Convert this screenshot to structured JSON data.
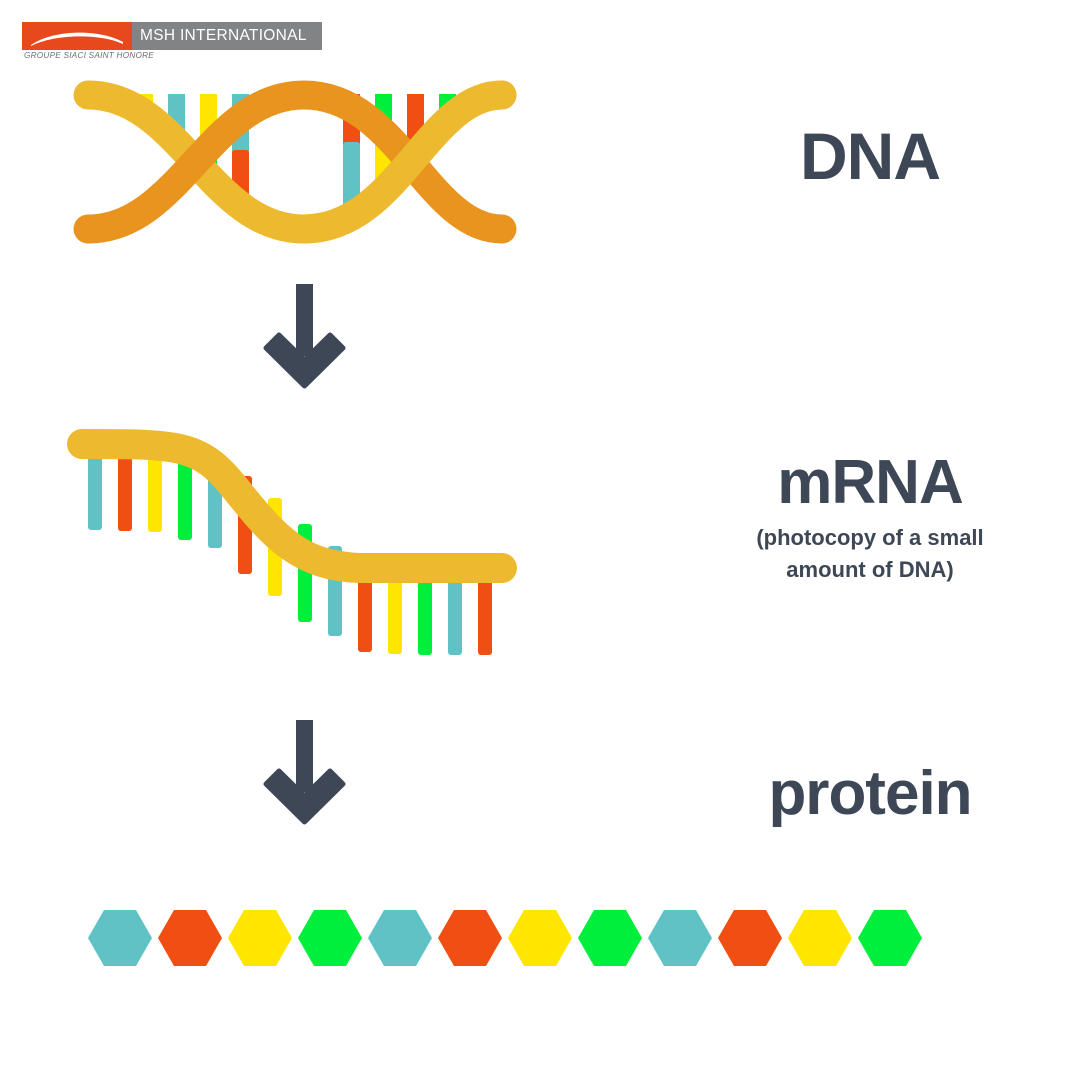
{
  "logo": {
    "mark_icon": "msh-swoosh-icon",
    "wordmark": "MSH INTERNATIONAL",
    "tagline": "GROUPE SIACI SAINT HONORE",
    "mark_color": "#E8491C",
    "wordmark_bg": "#818385",
    "wordmark_color": "#FFFFFF",
    "tagline_color": "#6D6E70"
  },
  "palette": {
    "backbone_light": "#EDB92E",
    "backbone_dark": "#E8941E",
    "teal": "#5FC3C6",
    "orange": "#F04E12",
    "yellow": "#FFE600",
    "green": "#00EE3C",
    "ink": "#3E4756",
    "background": "#FFFFFF"
  },
  "labels": {
    "dna": "DNA",
    "mrna": "mRNA",
    "mrna_sub_line1": "(photocopy of a small",
    "mrna_sub_line2": "amount of DNA)",
    "protein": "protein"
  },
  "arrows": {
    "first": {
      "name": "transcription-arrow",
      "direction": "down",
      "color": "#3E4756"
    },
    "second": {
      "name": "translation-arrow",
      "direction": "down",
      "color": "#3E4756"
    }
  },
  "dna": {
    "shape": "double-helix-crossing",
    "backbone_top_color": "#EDB92E",
    "backbone_bottom_color": "#E8941E",
    "left_pairs": [
      {
        "top": "teal",
        "bottom": "orange"
      },
      {
        "top": "yellow",
        "bottom": "green"
      },
      {
        "top": "teal",
        "bottom": "orange"
      },
      {
        "top": "yellow",
        "bottom": "green"
      },
      {
        "top": "teal",
        "bottom": "orange"
      }
    ],
    "right_pairs": [
      {
        "top": "orange",
        "bottom": "teal"
      },
      {
        "top": "green",
        "bottom": "yellow"
      },
      {
        "top": "orange",
        "bottom": "teal"
      },
      {
        "top": "green",
        "bottom": "yellow"
      },
      {
        "top": "orange",
        "bottom": "teal"
      }
    ]
  },
  "mrna": {
    "shape": "single-strand-s-curve",
    "backbone_color": "#EDB92E",
    "bases": [
      "teal",
      "orange",
      "yellow",
      "green",
      "teal",
      "orange",
      "yellow",
      "green",
      "teal",
      "orange",
      "yellow",
      "green",
      "teal",
      "orange"
    ]
  },
  "protein": {
    "shape": "hexagon-chain",
    "residues": [
      "teal",
      "orange",
      "yellow",
      "green",
      "teal",
      "orange",
      "yellow",
      "green",
      "teal",
      "orange",
      "yellow",
      "green"
    ]
  }
}
